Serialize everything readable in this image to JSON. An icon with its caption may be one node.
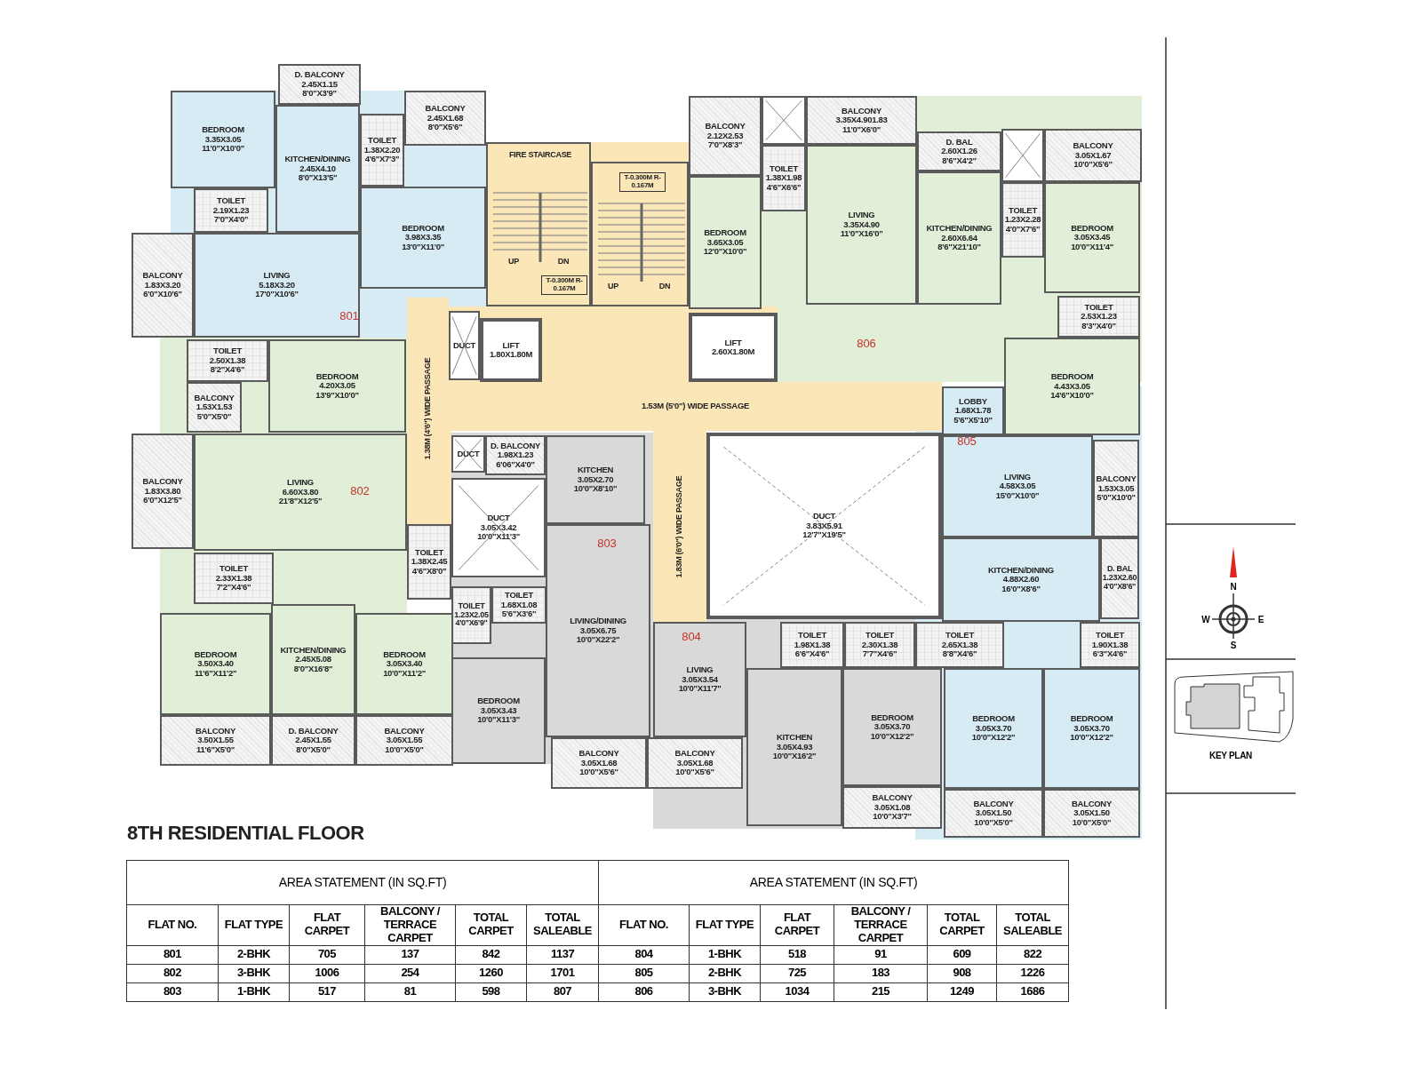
{
  "diagram": {
    "title": "8TH RESIDENTIAL FLOOR",
    "nodes": [
      {
        "text": [
          "D. BALCONY",
          "2.45X1.15",
          "8'0\"X3'9\""
        ]
      },
      {
        "text": [
          "BEDROOM",
          "3.35X3.05",
          "11'0\"X10'0\""
        ]
      },
      {
        "text": [
          "KITCHEN/DINING",
          "2.45X4.10",
          "8'0\"X13'5\""
        ]
      },
      {
        "text": [
          "TOILET",
          "1.38X2.20",
          "4'6\"X7'3\""
        ]
      },
      {
        "text": [
          "BALCONY",
          "2.45X1.68",
          "8'0\"X5'6\""
        ]
      },
      {
        "text": [
          "TOILET",
          "2.19X1.23",
          "7'0\"X4'0\""
        ]
      },
      {
        "text": [
          "BEDROOM",
          "3.98X3.35",
          "13'0\"X11'0\""
        ]
      },
      {
        "text": [
          "BALCONY",
          "1.83X3.20",
          "6'0\"X10'6\""
        ]
      },
      {
        "text": [
          "LIVING",
          "5.18X3.20",
          "17'0\"X10'6\""
        ]
      },
      {
        "text": [
          "TOILET",
          "2.50X1.38",
          "8'2\"X4'6\""
        ]
      },
      {
        "text": [
          "BEDROOM",
          "4.20X3.05",
          "13'9\"X10'0\""
        ]
      },
      {
        "text": [
          "BALCONY",
          "1.53X1.53",
          "5'0\"X5'0\""
        ]
      },
      {
        "text": [
          "BALCONY",
          "1.83X3.80",
          "6'0\"X12'5\""
        ]
      },
      {
        "text": [
          "LIVING",
          "6.60X3.80",
          "21'8\"X12'5\""
        ]
      },
      {
        "text": [
          "TOILET",
          "2.33X1.38",
          "7'2\"X4'6\""
        ]
      },
      {
        "text": [
          "BEDROOM",
          "3.50X3.40",
          "11'6\"X11'2\""
        ]
      },
      {
        "text": [
          "KITCHEN/DINING",
          "2.45X5.08",
          "8'0\"X16'8\""
        ]
      },
      {
        "text": [
          "BEDROOM",
          "3.05X3.40",
          "10'0\"X11'2\""
        ]
      },
      {
        "text": [
          "BALCONY",
          "3.50X1.55",
          "11'6\"X5'0\""
        ]
      },
      {
        "text": [
          "D. BALCONY",
          "2.45X1.55",
          "8'0\"X5'0\""
        ]
      },
      {
        "text": [
          "BALCONY",
          "3.05X1.55",
          "10'0\"X5'0\""
        ]
      },
      {
        "text": [
          "FIRE STAIRCASE",
          "UP",
          "DN",
          "T-0.300M R-0.167M"
        ]
      },
      {
        "text": [
          "T-0.300M R-0.167M",
          "UP",
          "DN"
        ]
      },
      {
        "text": [
          "LIFT",
          "1.80X1.80M"
        ]
      },
      {
        "text": [
          "LIFT",
          "2.60X1.80M"
        ]
      },
      {
        "text": [
          "DUCT"
        ]
      },
      {
        "text": [
          "1.38M (4'6\") WIDE PASSAGE"
        ]
      },
      {
        "text": [
          "1.53M (5'0\") WIDE PASSAGE"
        ]
      },
      {
        "text": [
          "1.83M (6'0\") WIDE PASSAGE"
        ]
      },
      {
        "text": [
          "DUCT"
        ]
      },
      {
        "text": [
          "D. BALCONY",
          "1.98X1.23",
          "6'06\"X4'0\""
        ]
      },
      {
        "text": [
          "DUCT",
          "3.05X3.42",
          "10'0\"X11'3\""
        ]
      },
      {
        "text": [
          "KITCHEN",
          "3.05X2.70",
          "10'0\"X8'10\""
        ]
      },
      {
        "text": [
          "TOILET",
          "1.38X2.45",
          "4'6\"X8'0\""
        ]
      },
      {
        "text": [
          "TOILET",
          "1.23X2.05",
          "4'0\"X6'9\""
        ]
      },
      {
        "text": [
          "TOILET",
          "1.68X1.08",
          "5'6\"X3'6\""
        ]
      },
      {
        "text": [
          "LIVING/DINING",
          "3.05X6.75",
          "10'0\"X22'2\""
        ]
      },
      {
        "text": [
          "BEDROOM",
          "3.05X3.43",
          "10'0\"X11'3\""
        ]
      },
      {
        "text": [
          "BALCONY",
          "3.05X1.68",
          "10'0\"X5'6\""
        ]
      },
      {
        "text": [
          "DUCT",
          "3.83X5.91",
          "12'7\"X19'5\""
        ]
      },
      {
        "text": [
          "LIVING",
          "3.05X3.54",
          "10'0\"X11'7\""
        ]
      },
      {
        "text": [
          "BALCONY",
          "3.05X1.68",
          "10'0\"X5'6\""
        ]
      },
      {
        "text": [
          "TOILET",
          "1.98X1.38",
          "6'6\"X4'6\""
        ]
      },
      {
        "text": [
          "TOILET",
          "2.30X1.38",
          "7'7\"X4'6\""
        ]
      },
      {
        "text": [
          "KITCHEN",
          "3.05X4.93",
          "10'0\"X16'2\""
        ]
      },
      {
        "text": [
          "BEDROOM",
          "3.05X3.70",
          "10'0\"X12'2\""
        ]
      },
      {
        "text": [
          "BALCONY",
          "3.05X1.08",
          "10'0\"X3'7\""
        ]
      },
      {
        "text": [
          "LOBBY",
          "1.68X1.78",
          "5'6\"X5'10\""
        ]
      },
      {
        "text": [
          "LIVING",
          "4.58X3.05",
          "15'0\"X10'0\""
        ]
      },
      {
        "text": [
          "BALCONY",
          "1.53X3.05",
          "5'0\"X10'0\""
        ]
      },
      {
        "text": [
          "KITCHEN/DINING",
          "4.88X2.60",
          "16'0\"X8'6\""
        ]
      },
      {
        "text": [
          "D. BAL",
          "1.23X2.60",
          "4'0\"X8'6\""
        ]
      },
      {
        "text": [
          "TOILET",
          "2.65X1.38",
          "8'8\"X4'6\""
        ]
      },
      {
        "text": [
          "TOILET",
          "1.90X1.38",
          "6'3\"X4'6\""
        ]
      },
      {
        "text": [
          "BEDROOM",
          "3.05X3.70",
          "10'0\"X12'2\""
        ]
      },
      {
        "text": [
          "BEDROOM",
          "3.05X3.70",
          "10'0\"X12'2\""
        ]
      },
      {
        "text": [
          "BALCONY",
          "3.05X1.50",
          "10'0\"X5'0\""
        ]
      },
      {
        "text": [
          "BALCONY",
          "3.05X1.50",
          "10'0\"X5'0\""
        ]
      },
      {
        "text": [
          "BALCONY",
          "2.12X2.53",
          "7'0\"X8'3\""
        ]
      },
      {
        "text": [],
        "shape": "box"
      },
      {
        "text": [
          "BALCONY",
          "3.35X4.901.83",
          "11'0\"X6'0\""
        ]
      },
      {
        "text": [
          "TOILET",
          "1.38X1.98",
          "4'6\"X6'6\""
        ]
      },
      {
        "text": [
          "BEDROOM",
          "3.65X3.05",
          "12'0\"X10'0\""
        ]
      },
      {
        "text": [
          "LIVING",
          "3.35X4.90",
          "11'0\"X16'0\""
        ]
      },
      {
        "text": [
          "D. BAL",
          "2.60X1.26",
          "8'6\"X4'2\""
        ]
      },
      {
        "text": [],
        "shape": "box"
      },
      {
        "text": [
          "BALCONY",
          "3.05X1.67",
          "10'0\"X5'6\""
        ]
      },
      {
        "text": [
          "KITCHEN/DINING",
          "2.60X6.64",
          "8'6\"X21'10\""
        ]
      },
      {
        "text": [
          "TOILET",
          "1.23X2.28",
          "4'0\"X7'6\""
        ]
      },
      {
        "text": [
          "BEDROOM",
          "3.05X3.45",
          "10'0\"X11'4\""
        ]
      },
      {
        "text": [
          "TOILET",
          "2.53X1.23",
          "8'3\"X4'0\""
        ]
      },
      {
        "text": [
          "BEDROOM",
          "4.43X3.05",
          "14'6\"X10'0\""
        ]
      }
    ],
    "edges": [],
    "labels": [
      "801",
      "802",
      "803",
      "804",
      "805",
      "806",
      "KEY PLAN",
      "N",
      "W",
      "E",
      "S",
      "AREA STATEMENT (IN SQ.FT)",
      "AREA STATEMENT (IN SQ.FT)",
      "FLAT NO.",
      "FLAT TYPE",
      "FLAT CARPET",
      "BALCONY / TERRACE CARPET",
      "TOTAL CARPET",
      "TOTAL SALEABLE",
      "FLAT NO.",
      "FLAT TYPE",
      "FLAT CARPET",
      "BALCONY / TERRACE CARPET",
      "TOTAL CARPET",
      "TOTAL SALEABLE",
      "801",
      "2-BHK",
      "705",
      "137",
      "842",
      "1137",
      "804",
      "1-BHK",
      "518",
      "91",
      "609",
      "822",
      "802",
      "3-BHK",
      "1006",
      "254",
      "1260",
      "1701",
      "805",
      "2-BHK",
      "725",
      "183",
      "908",
      "1226",
      "803",
      "1-BHK",
      "517",
      "81",
      "598",
      "807",
      "806",
      "3-BHK",
      "1034",
      "215",
      "1249",
      "1686"
    ]
  }
}
